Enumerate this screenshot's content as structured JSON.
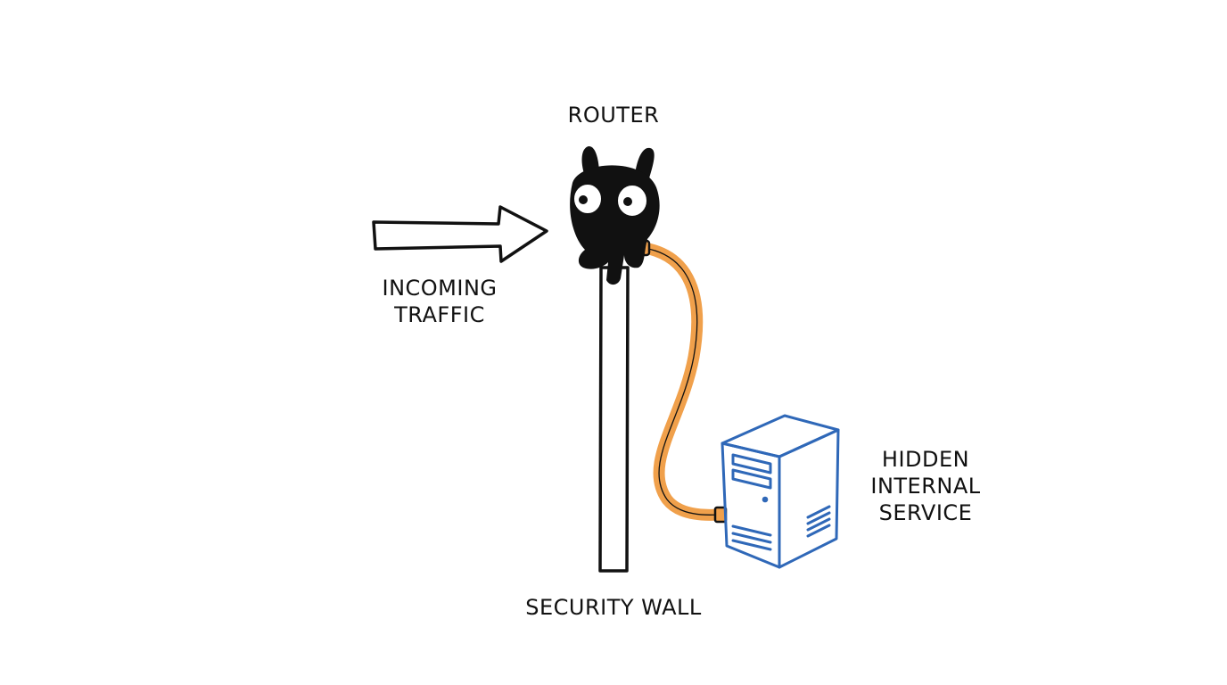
{
  "labels": {
    "router": "ROUTER",
    "incoming_line1": "INCOMING",
    "incoming_line2": "TRAFFIC",
    "hidden_line1": "HIDDEN",
    "hidden_line2": "INTERNAL",
    "hidden_line3": "SERVICE",
    "wall": "SECURITY WALL"
  },
  "icons": {
    "router": "router-creature-icon",
    "arrow": "right-arrow-icon",
    "wall": "wall-post-icon",
    "cable": "cable-icon",
    "server": "server-tower-icon"
  },
  "colors": {
    "ink": "#111111",
    "cable": "#f0a04b",
    "server": "#2f68b8",
    "background": "#ffffff"
  }
}
